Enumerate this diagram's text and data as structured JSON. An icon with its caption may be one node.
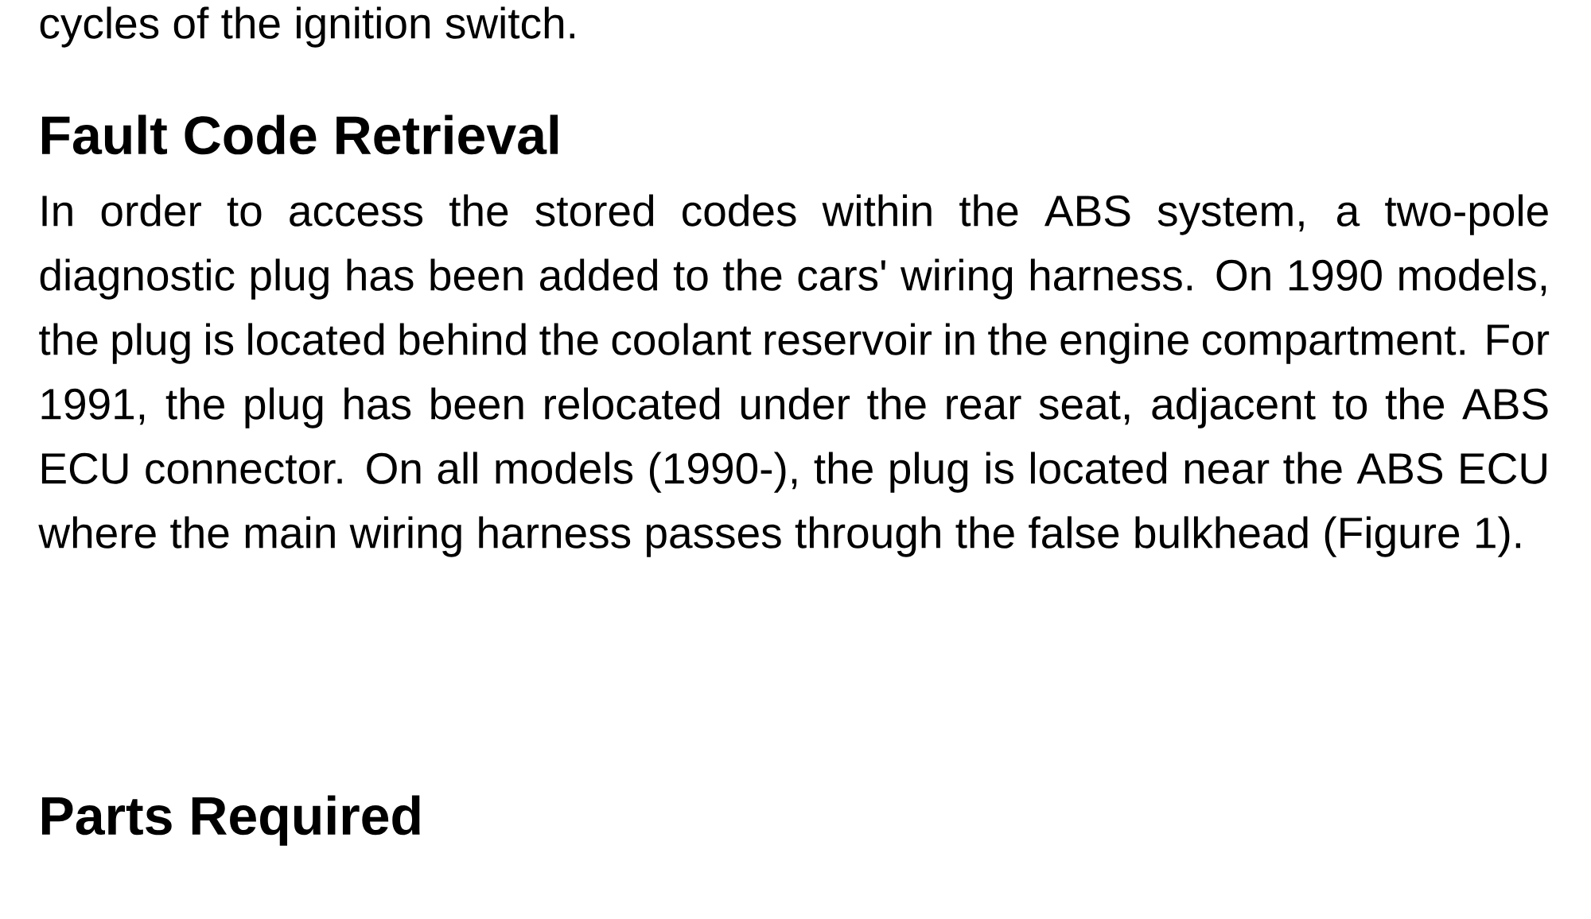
{
  "diagram": {
    "labels": [
      "cycles of the ignition switch.",
      "Fault Code Retrieval",
      "In order to access the stored codes within the ABS system, a two-pole diagnostic plug has been added to the cars' wiring harness.  On 1990 models, the plug is located behind the coolant reservoir in the engine compartment.  For 1991, the plug has been relocated under the rear seat, adjacent to the ABS ECU connector.  On all models (1990-), the plug is located near the ABS ECU where the main wiring harness passes through the false bulkhead (Figure 1).",
      "Parts Required"
    ]
  }
}
